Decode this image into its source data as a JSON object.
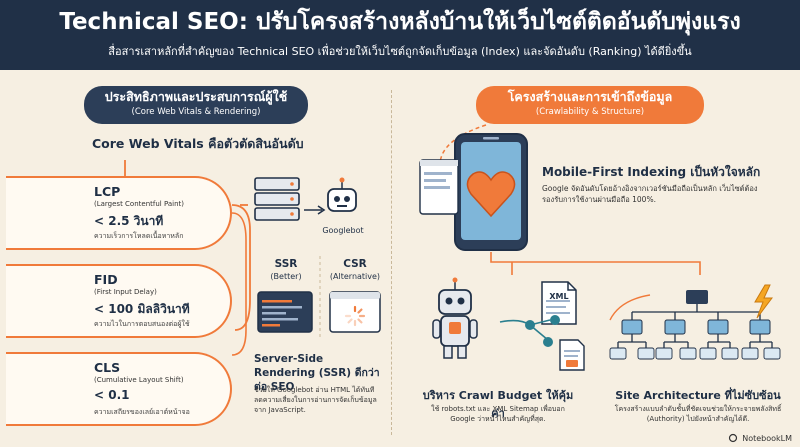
{
  "header": {
    "title": "Technical SEO: ปรับโครงสร้างหลังบ้านให้เว็บไซต์ติดอันดับพุ่งแรง",
    "subtitle": "สื่อสารเสาหลักที่สำคัญของ Technical SEO เพื่อช่วยให้เว็บไซต์ถูกจัดเก็บข้อมูล (Index) และจัดอันดับ (Ranking) ได้ดียิ่งขึ้น"
  },
  "left": {
    "pill_title": "ประสิทธิภาพและประสบการณ์ผู้ใช้",
    "pill_subtitle": "(Core Web Vitals & Rendering)",
    "cwv_title": "Core Web Vitals คือตัวตัดสินอันดับ",
    "metrics": [
      {
        "name": "LCP",
        "full": "(Largest Contentful Paint)",
        "value": "< 2.5 วินาที",
        "desc": "ความเร็วการโหลดเนื้อหาหลัก"
      },
      {
        "name": "FID",
        "full": "(First Input Delay)",
        "value": "< 100 มิลลิวินาที",
        "desc": "ความไวในการตอบสนองต่อผู้ใช้"
      },
      {
        "name": "CLS",
        "full": "(Cumulative Layout Shift)",
        "value": "< 0.1",
        "desc": "ความเสถียรของเลย์เอาต์หน้าจอ"
      }
    ],
    "googlebot_label": "Googlebot",
    "ssr_label": "SSR",
    "ssr_sub": "(Better)",
    "csr_label": "CSR",
    "csr_sub": "(Alternative)",
    "ssr_title": "Server-Side Rendering (SSR) ดีกว่าต่อ SEO",
    "ssr_desc": "ช่วยให้ Googlebot อ่าน HTML ได้ทันที ลดความเสี่ยงในการอ่านการจัดเก็บข้อมูลจาก JavaScript."
  },
  "right": {
    "pill_title": "โครงสร้างและการเข้าถึงข้อมูล",
    "pill_subtitle": "(Crawlability & Structure)",
    "mobile_title": "Mobile-First Indexing เป็นหัวใจหลัก",
    "mobile_desc": "Google จัดอันดับโดยอ้างอิงจากเวอร์ชันมือถือเป็นหลัก เว็บไซต์ต้องรองรับการใช้งานผ่านมือถือ 100%.",
    "xml_label": "XML",
    "crawl_title": "บริหาร Crawl Budget ให้คุ้มค่า",
    "crawl_desc": "ใช้ robots.txt และ XML Sitemap เพื่อบอก Google ว่าหน้าไหนสำคัญที่สุด.",
    "arch_title": "Site Architecture ที่ไม่ซับซ้อน",
    "arch_desc": "โครงสร้างแบบลำดับชั้นที่ชัดเจนช่วยให้กระจายพลังสิทธิ์ (Authority) ไปยังหน้าสำคัญได้ดี."
  },
  "brand": "NotebookLM",
  "colors": {
    "navy": "#203047",
    "orange": "#f07a3a",
    "cream": "#f6efe2"
  }
}
